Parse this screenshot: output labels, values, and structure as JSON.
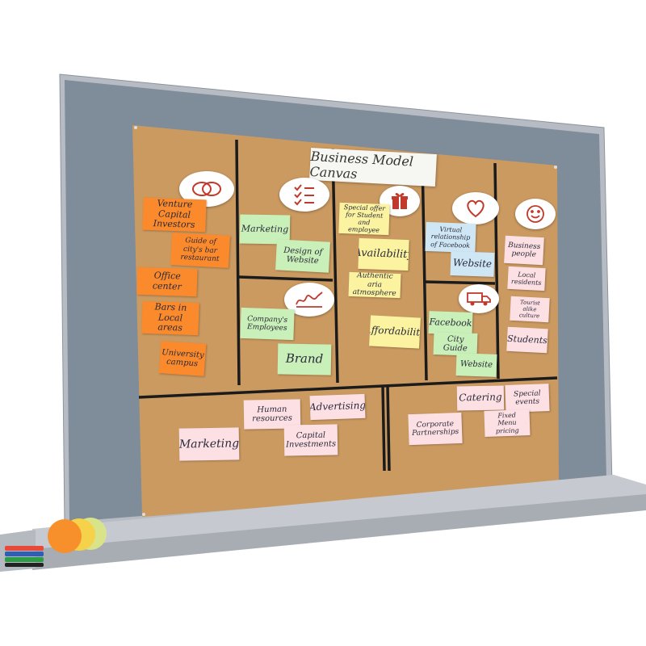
{
  "title": "Business Model Canvas",
  "icons": {
    "key_partners": "interlocking-rings-icon",
    "key_activities": "checklist-icon",
    "value_propositions": "gift-icon",
    "customer_relationships": "heart-icon",
    "customer_segments": "smiley-icon",
    "key_resources": "signature-icon",
    "channels": "truck-icon"
  },
  "colors": {
    "frame": "#b7bcc4",
    "felt": "#7f8c9a",
    "cork": "#cb9a61",
    "divider": "#1b1b1b"
  },
  "notes": {
    "key_partners": [
      "Venture Capital Investors",
      "Guide of city's bar restaurant",
      "Office center",
      "Bars in Local areas",
      "University campus"
    ],
    "key_activities": [
      "Marketing",
      "Design of Website"
    ],
    "key_resources": [
      "Company's Employees",
      "Brand"
    ],
    "value_propositions": [
      "Special offer for Student and employee",
      "Availability",
      "Authentic aria atmosphere",
      "Affordability"
    ],
    "customer_relationships": [
      "Virtual relationship of Facebook",
      "Website"
    ],
    "channels": [
      "Facebook",
      "City Guide",
      "Website"
    ],
    "customer_segments": [
      "Business people",
      "Local residents",
      "Tourist alike culture",
      "Students"
    ],
    "cost_structure": [
      "Human resources",
      "Advertising",
      "Capital Investments",
      "Marketing"
    ],
    "revenue_streams": [
      "Catering",
      "Special events",
      "Corporate Partnerships",
      "Fixed Menu pricing"
    ]
  }
}
